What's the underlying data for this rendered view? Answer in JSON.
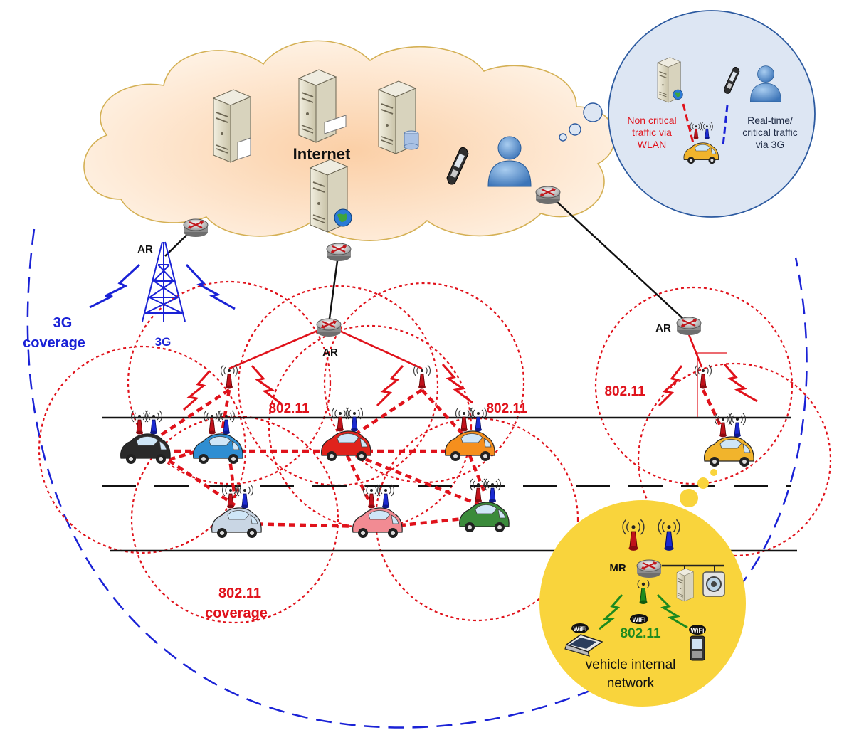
{
  "internet_label": "Internet",
  "ar_labels": {
    "left": "AR",
    "center": "AR",
    "right": "AR"
  },
  "mr_label": "MR",
  "tower_label": "3G",
  "coverage_3g": [
    "3G",
    "coverage"
  ],
  "wifi_labels": {
    "left": "802.11",
    "center": "802.11",
    "right": "802.11",
    "internal": "802.11"
  },
  "coverage_80211": [
    "802.11",
    "coverage"
  ],
  "bubble": {
    "noncritical": [
      "Non critical",
      "traffic via",
      "WLAN"
    ],
    "critical": [
      "Real-time/",
      "critical traffic",
      "via 3G"
    ]
  },
  "internal_network": [
    "vehicle internal",
    "network"
  ],
  "wifi_badge": "WiFi",
  "colors": {
    "red": "#e0121b",
    "blue": "#1a22d6",
    "green": "#1e8a1e",
    "cloud_fill": "#fde3c8",
    "bubble_fill": "#dde6f3",
    "internal_fill": "#f9d43c",
    "road": "#111111"
  },
  "cars": [
    {
      "name": "car-black",
      "color": "#2a2a2a"
    },
    {
      "name": "car-blue",
      "color": "#2f8ed2"
    },
    {
      "name": "car-red",
      "color": "#e0231c"
    },
    {
      "name": "car-orange",
      "color": "#f58f1d"
    },
    {
      "name": "car-yellow",
      "color": "#f1b42c"
    },
    {
      "name": "car-silver",
      "color": "#c9d6e4"
    },
    {
      "name": "car-pink",
      "color": "#f28b93"
    },
    {
      "name": "car-green",
      "color": "#3b8b3b"
    },
    {
      "name": "car-bubble-yellow",
      "color": "#f1b42c"
    }
  ]
}
